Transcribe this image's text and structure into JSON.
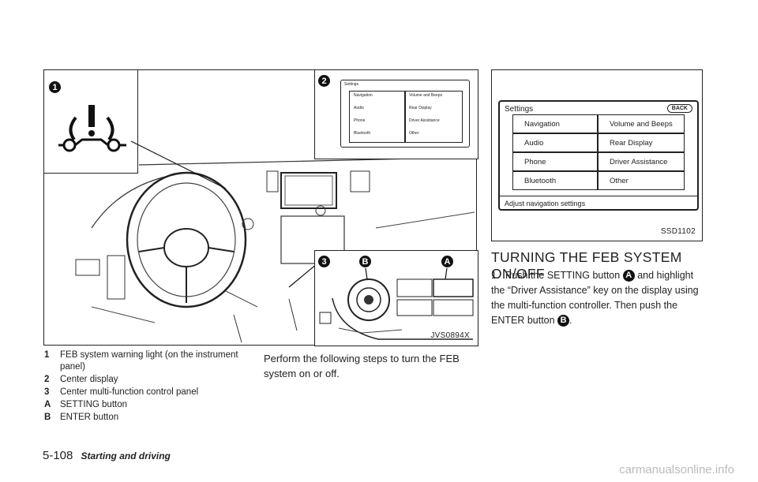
{
  "left_figure": {
    "code": "JVS0894X",
    "callouts": [
      "1",
      "2",
      "3",
      "B",
      "A"
    ],
    "inset_screen_items": [
      "Settings",
      "Navigation",
      "Volume and Beeps",
      "Audio",
      "Rear Display",
      "Phone",
      "Driver Assistance",
      "Bluetooth",
      "Other"
    ]
  },
  "legend": [
    {
      "marker": "1",
      "text": "FEB system warning light (on the instrument panel)"
    },
    {
      "marker": "2",
      "text": "Center display"
    },
    {
      "marker": "3",
      "text": "Center multi-function control panel"
    },
    {
      "marker": "A",
      "text": "SETTING button"
    },
    {
      "marker": "B",
      "text": "ENTER button"
    }
  ],
  "middle_text": "Perform the following steps to turn the FEB system on or off.",
  "right_figure": {
    "code": "SSD1102",
    "screen_title": "Settings",
    "back_label": "BACK",
    "buttons_left": [
      "Navigation",
      "Audio",
      "Phone",
      "Bluetooth"
    ],
    "buttons_right": [
      "Volume and Beeps",
      "Rear Display",
      "Driver Assistance",
      "Other"
    ],
    "status_line": "Adjust navigation settings"
  },
  "section_heading": "TURNING THE FEB SYSTEM ON/OFF",
  "step1": {
    "number": "1.",
    "text_a": "Push the SETTING button",
    "marker_a": "A",
    "text_b": "and highlight the “Driver Assistance” key on the display using the multi-function controller. Then push the ENTER button",
    "marker_b": "B",
    "text_c": "."
  },
  "footer": {
    "page": "5-108",
    "section": "Starting and driving"
  },
  "watermark": "carmanualsonline.info"
}
